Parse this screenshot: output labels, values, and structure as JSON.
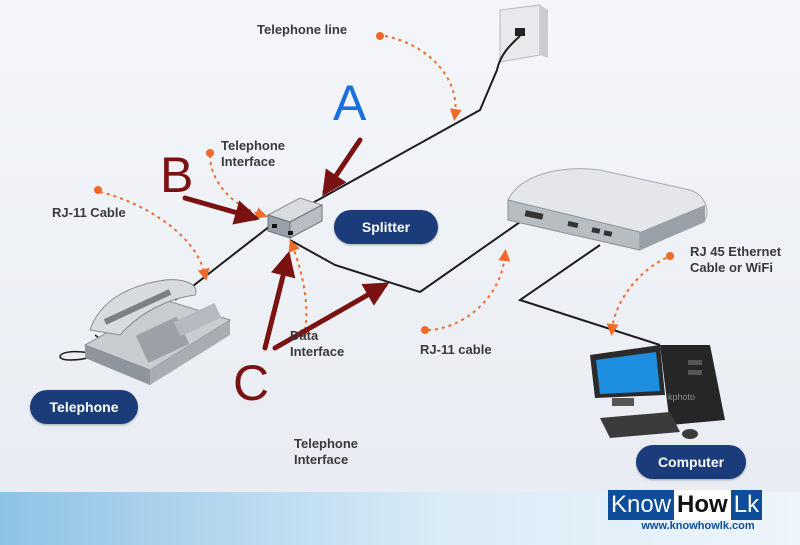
{
  "labels": {
    "telephone_line": "Telephone line",
    "telephone_interface_top": "Telephone\nInterface",
    "rj11_cable_left": "RJ-11 Cable",
    "data_interface": "Data\nInterface",
    "rj11_cable_bottom": "RJ-11 cable",
    "rj45": "RJ 45 Ethernet\nCable or WiFi",
    "telephone_interface_bottom": "Telephone\nInterface"
  },
  "pills": {
    "splitter": "Splitter",
    "telephone": "Telephone",
    "computer": "Computer"
  },
  "letters": {
    "a": "A",
    "b": "B",
    "c": "C"
  },
  "watermark": "kphoto",
  "logo": {
    "know": "Know",
    "how": "How",
    "lk": "Lk",
    "url": "www.knowhowlk.com"
  },
  "colors": {
    "pill_bg": "#1a3c7a",
    "letter_a": "#1a6fe0",
    "letters_bc": "#7a1212",
    "callout_orange": "#f06a2a"
  }
}
